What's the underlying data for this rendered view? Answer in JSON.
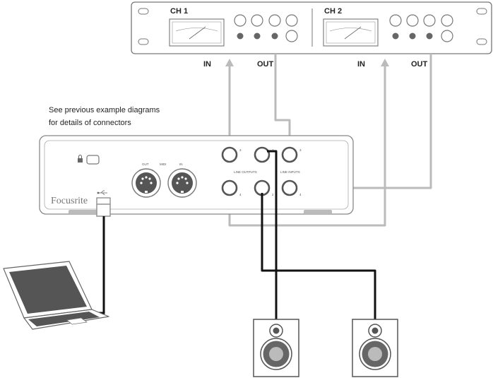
{
  "processor": {
    "ch1_label": "CH 1",
    "ch2_label": "CH 2"
  },
  "port_labels": {
    "in_1": "IN",
    "out_1": "OUT",
    "in_2": "IN",
    "out_2": "OUT"
  },
  "note": {
    "line1": "See previous example diagrams",
    "line2": "for details of connectors"
  },
  "interface": {
    "brand": "Focusrite",
    "midi_out": "OUT",
    "midi_label": "MIDI",
    "midi_in": "IN",
    "line_outputs": "LINE OUTPUTS",
    "line_inputs": "LINE INPUTS",
    "jack_numbers": {
      "out3": "3",
      "out1": "1",
      "in3": "3",
      "out4": "4",
      "out2": "2",
      "in4": "4"
    }
  },
  "colors": {
    "outline": "#777777",
    "grey_cable": "#bbbbbb",
    "black_cable": "#111111",
    "knob_fill": "#666666"
  }
}
